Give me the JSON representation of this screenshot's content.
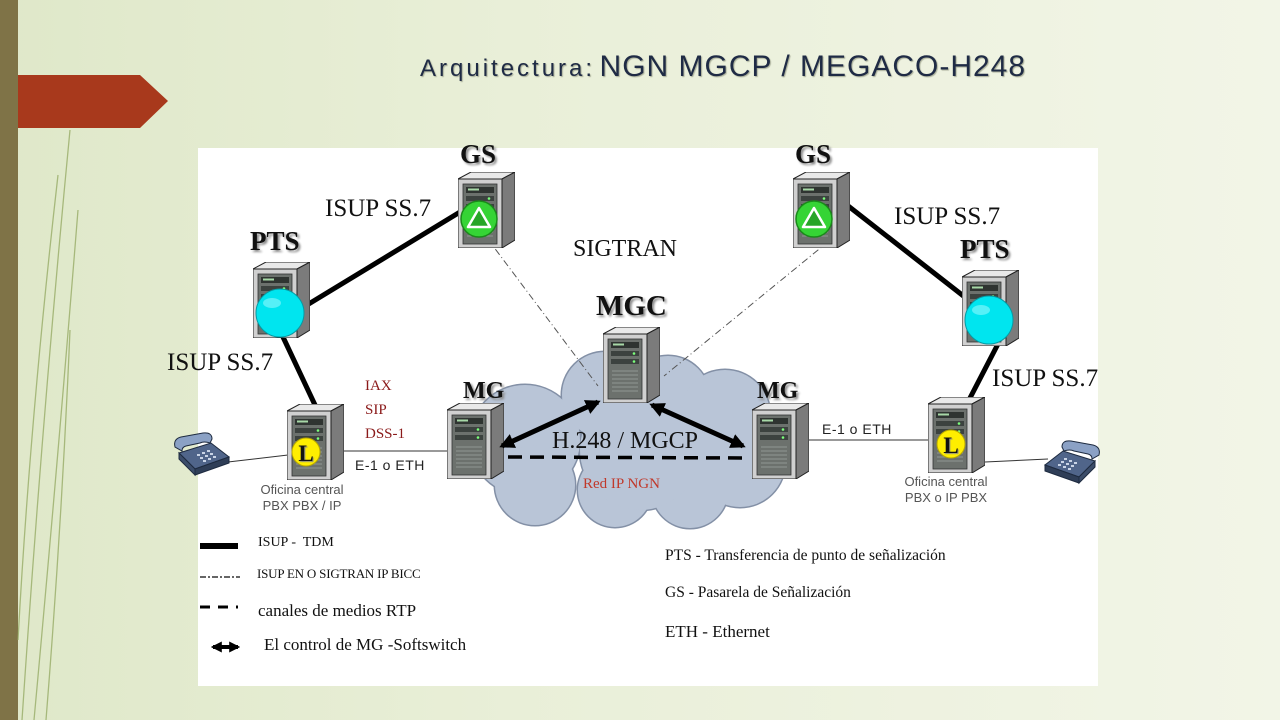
{
  "slide": {
    "title_prefix": "Arquitectura:",
    "title_main": "NGN MGCP / MEGACO-H248"
  },
  "nodes": {
    "gs_left": "GS",
    "gs_right": "GS",
    "pts_left": "PTS",
    "pts_right": "PTS",
    "mgc": "MGC",
    "mg_left": "MG",
    "mg_right": "MG",
    "l_left": "L",
    "l_right": "L"
  },
  "links": {
    "isup_top_left": "ISUP SS.7",
    "isup_top_right": "ISUP SS.7",
    "isup_bottom_left": "ISUP SS.7",
    "isup_bottom_right": "ISUP SS.7",
    "sigtran": "SIGTRAN",
    "h248": "H.248 / MGCP",
    "e1_left": "E-1 o ETH",
    "e1_right": "E-1 o ETH",
    "network": "Red IP NGN"
  },
  "protocols": [
    "IAX",
    "SIP",
    "DSS-1"
  ],
  "offices": {
    "left": {
      "line1": "Oficina central",
      "line2": "PBX PBX / IP"
    },
    "right": {
      "line1": "Oficina central",
      "line2": "PBX o IP PBX"
    }
  },
  "legend": {
    "tdm": "ISUP -  TDM",
    "sigtran": "ISUP EN O SIGTRAN IP BICC",
    "rtp": "canales de medios RTP",
    "control": "El control de MG -Softswitch"
  },
  "glossary": {
    "pts": "PTS - Transferencia de punto de señalización",
    "gs": "GS - Pasarela de Señalización",
    "eth": "ETH - Ethernet"
  },
  "colors": {
    "accent_arrow": "#a8391c",
    "side_stripe": "#7f7347",
    "protocol_text": "#8b1a1a",
    "network_text": "#c0392b",
    "gs_marker": "#35d435",
    "pts_marker": "#00e5ef",
    "local_marker": "#ffee00",
    "cloud": "#b9c5d7"
  },
  "icons": {
    "server": "server-icon",
    "telephone": "telephone-icon",
    "signaling_gateway": "signaling-gateway-icon",
    "signal_transfer_point": "signal-transfer-point-icon",
    "local_exchange": "local-exchange-icon"
  }
}
